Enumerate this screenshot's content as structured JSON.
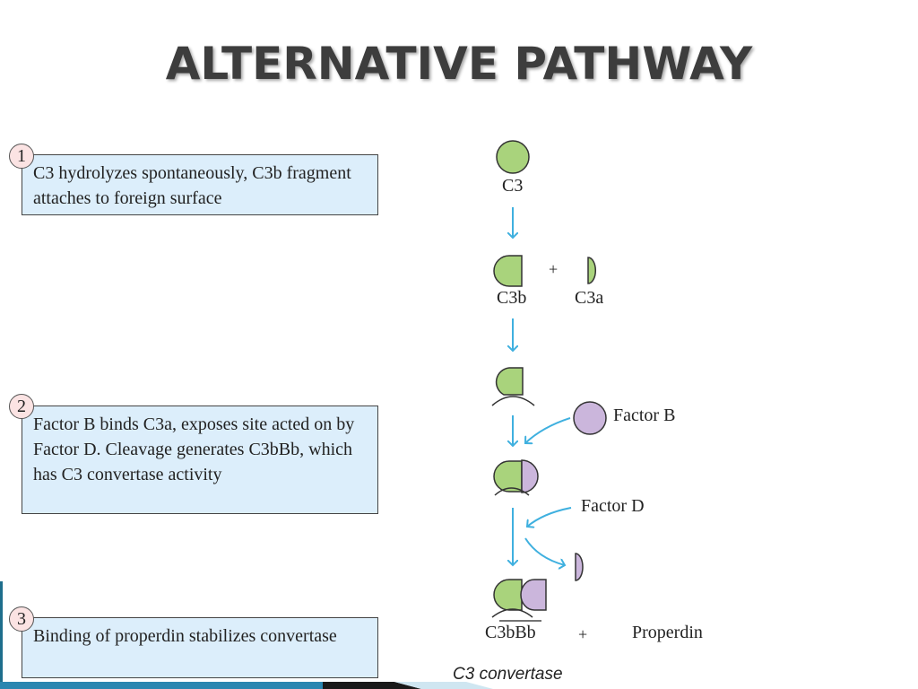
{
  "title": "ALTERNATIVE PATHWAY",
  "steps": [
    {
      "num": "1",
      "text": "C3 hydrolyzes spontaneously, C3b fragment attaches to foreign surface"
    },
    {
      "num": "2",
      "text": "Factor B binds C3a, exposes site acted on by Factor D. Cleavage generates C3bBb, which has C3 convertase activity"
    },
    {
      "num": "3",
      "text": "Binding of properdin stabilizes convertase"
    }
  ],
  "labels": {
    "c3": "C3",
    "c3b": "C3b",
    "plus": "+",
    "c3a": "C3a",
    "factor_b": "Factor B",
    "factor_d": "Factor D",
    "c3bbb": "C3bBb",
    "plus2": "+",
    "properdin": "Properdin",
    "convertase": "C3 convertase"
  },
  "colors": {
    "green": "#a9d37c",
    "purple": "#cbb6dc",
    "arrow": "#3fb0df",
    "box_fill": "#dceefb",
    "footer_dark": "#1a1a1a",
    "footer_blue": "#2a86b0"
  }
}
